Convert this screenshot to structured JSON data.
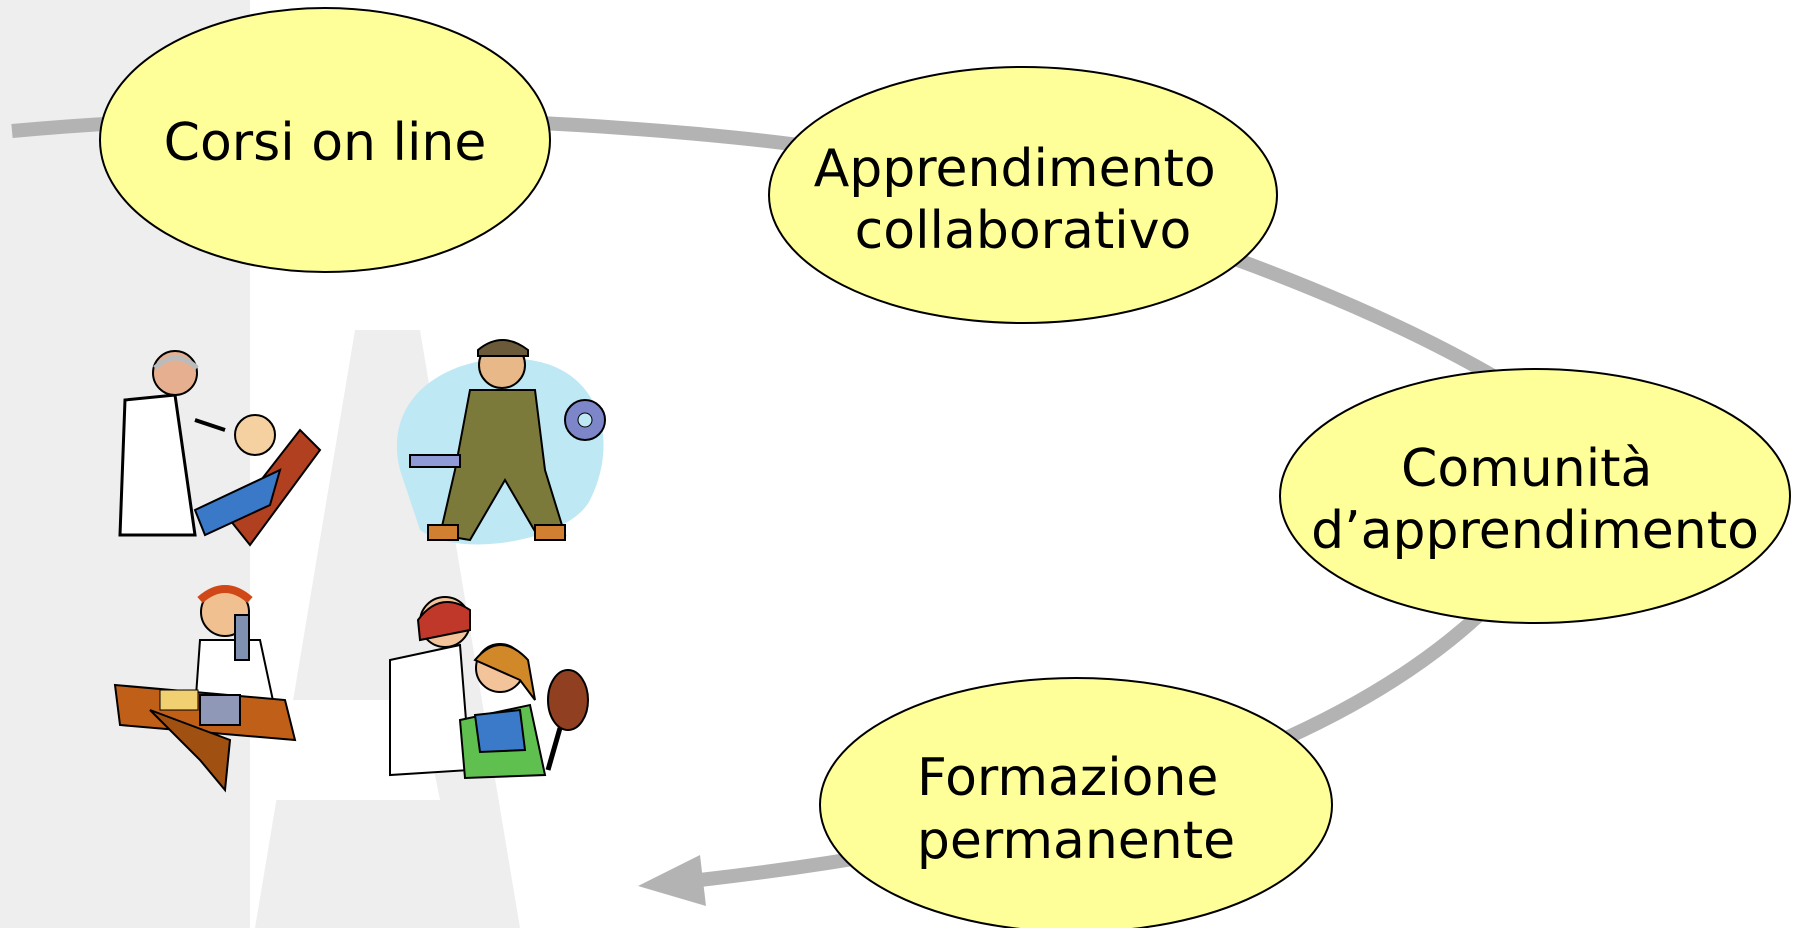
{
  "colors": {
    "background": "#ffffff",
    "watermark": "#eeeeee",
    "arrow": "#b3b3b3",
    "node_fill": "#ffff99",
    "node_stroke": "#000000",
    "text": "#000000"
  },
  "nodes": [
    {
      "id": "corsi-online",
      "lines": [
        "Corsi on line"
      ]
    },
    {
      "id": "apprendimento-collaborativo",
      "lines": [
        "Apprendimento",
        "collaborativo"
      ]
    },
    {
      "id": "comunita-apprendimento",
      "lines": [
        "Comunità",
        "d’apprendimento"
      ]
    },
    {
      "id": "formazione-permanente",
      "lines": [
        "Formazione",
        "permanente"
      ]
    }
  ],
  "illustrations": [
    {
      "id": "dentist",
      "icon": "dentist-clipart-icon"
    },
    {
      "id": "mechanic",
      "icon": "mechanic-clipart-icon"
    },
    {
      "id": "office-worker",
      "icon": "office-worker-phone-clipart-icon"
    },
    {
      "id": "hairdresser",
      "icon": "hairdresser-clipart-icon"
    }
  ]
}
